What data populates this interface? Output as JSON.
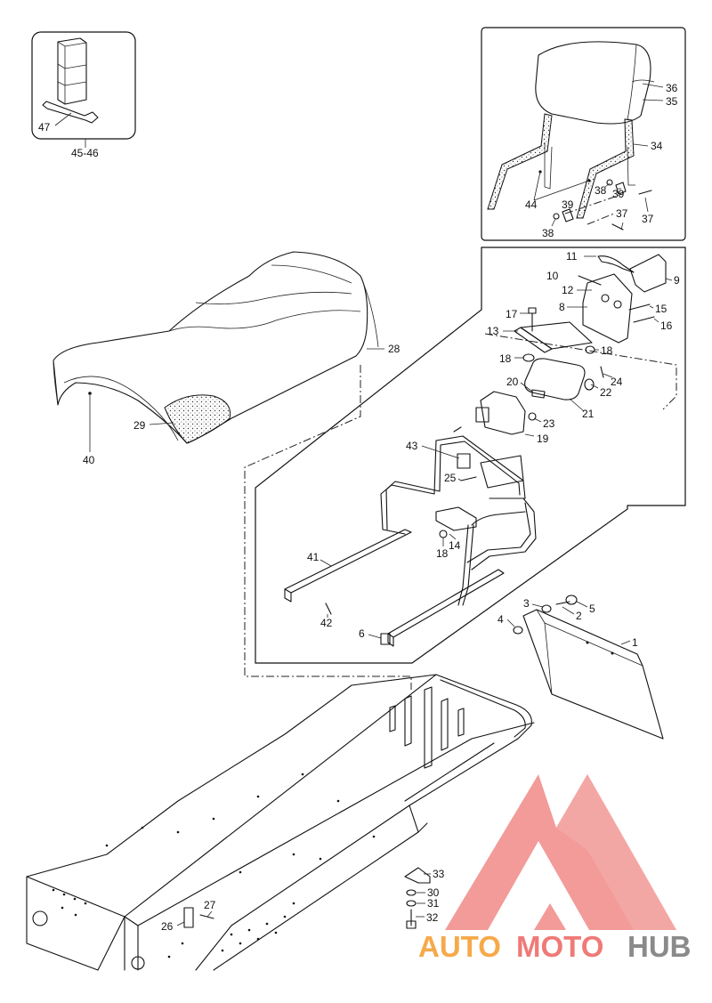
{
  "diagram": {
    "part_numbers": {
      "p1": "1",
      "p2": "2",
      "p3": "3",
      "p4": "4",
      "p5": "5",
      "p6": "6",
      "p8": "8",
      "p9": "9",
      "p10": "10",
      "p11": "11",
      "p12": "12",
      "p13": "13",
      "p14": "14",
      "p15": "15",
      "p16": "16",
      "p17": "17",
      "p18a": "18",
      "p18b": "18",
      "p18c": "18",
      "p19": "19",
      "p20": "20",
      "p21": "21",
      "p22": "22",
      "p23": "23",
      "p24": "24",
      "p25": "25",
      "p26": "26",
      "p27": "27",
      "p28": "28",
      "p29": "29",
      "p30": "30",
      "p31": "31",
      "p32": "32",
      "p33": "33",
      "p34": "34",
      "p35": "35",
      "p36": "36",
      "p37a": "37",
      "p37b": "37",
      "p38a": "38",
      "p38b": "38",
      "p39a": "39",
      "p39b": "39",
      "p40": "40",
      "p41": "41",
      "p42": "42",
      "p43": "43",
      "p44": "44",
      "p45_46": "45-46",
      "p47": "47"
    },
    "watermark": {
      "part1": "AUTO",
      "part2": "MOTO",
      "part3": "HUB",
      "color_orange": "#f6a94a",
      "color_red": "#ef7a77",
      "color_gray": "#8a8a8a"
    }
  }
}
